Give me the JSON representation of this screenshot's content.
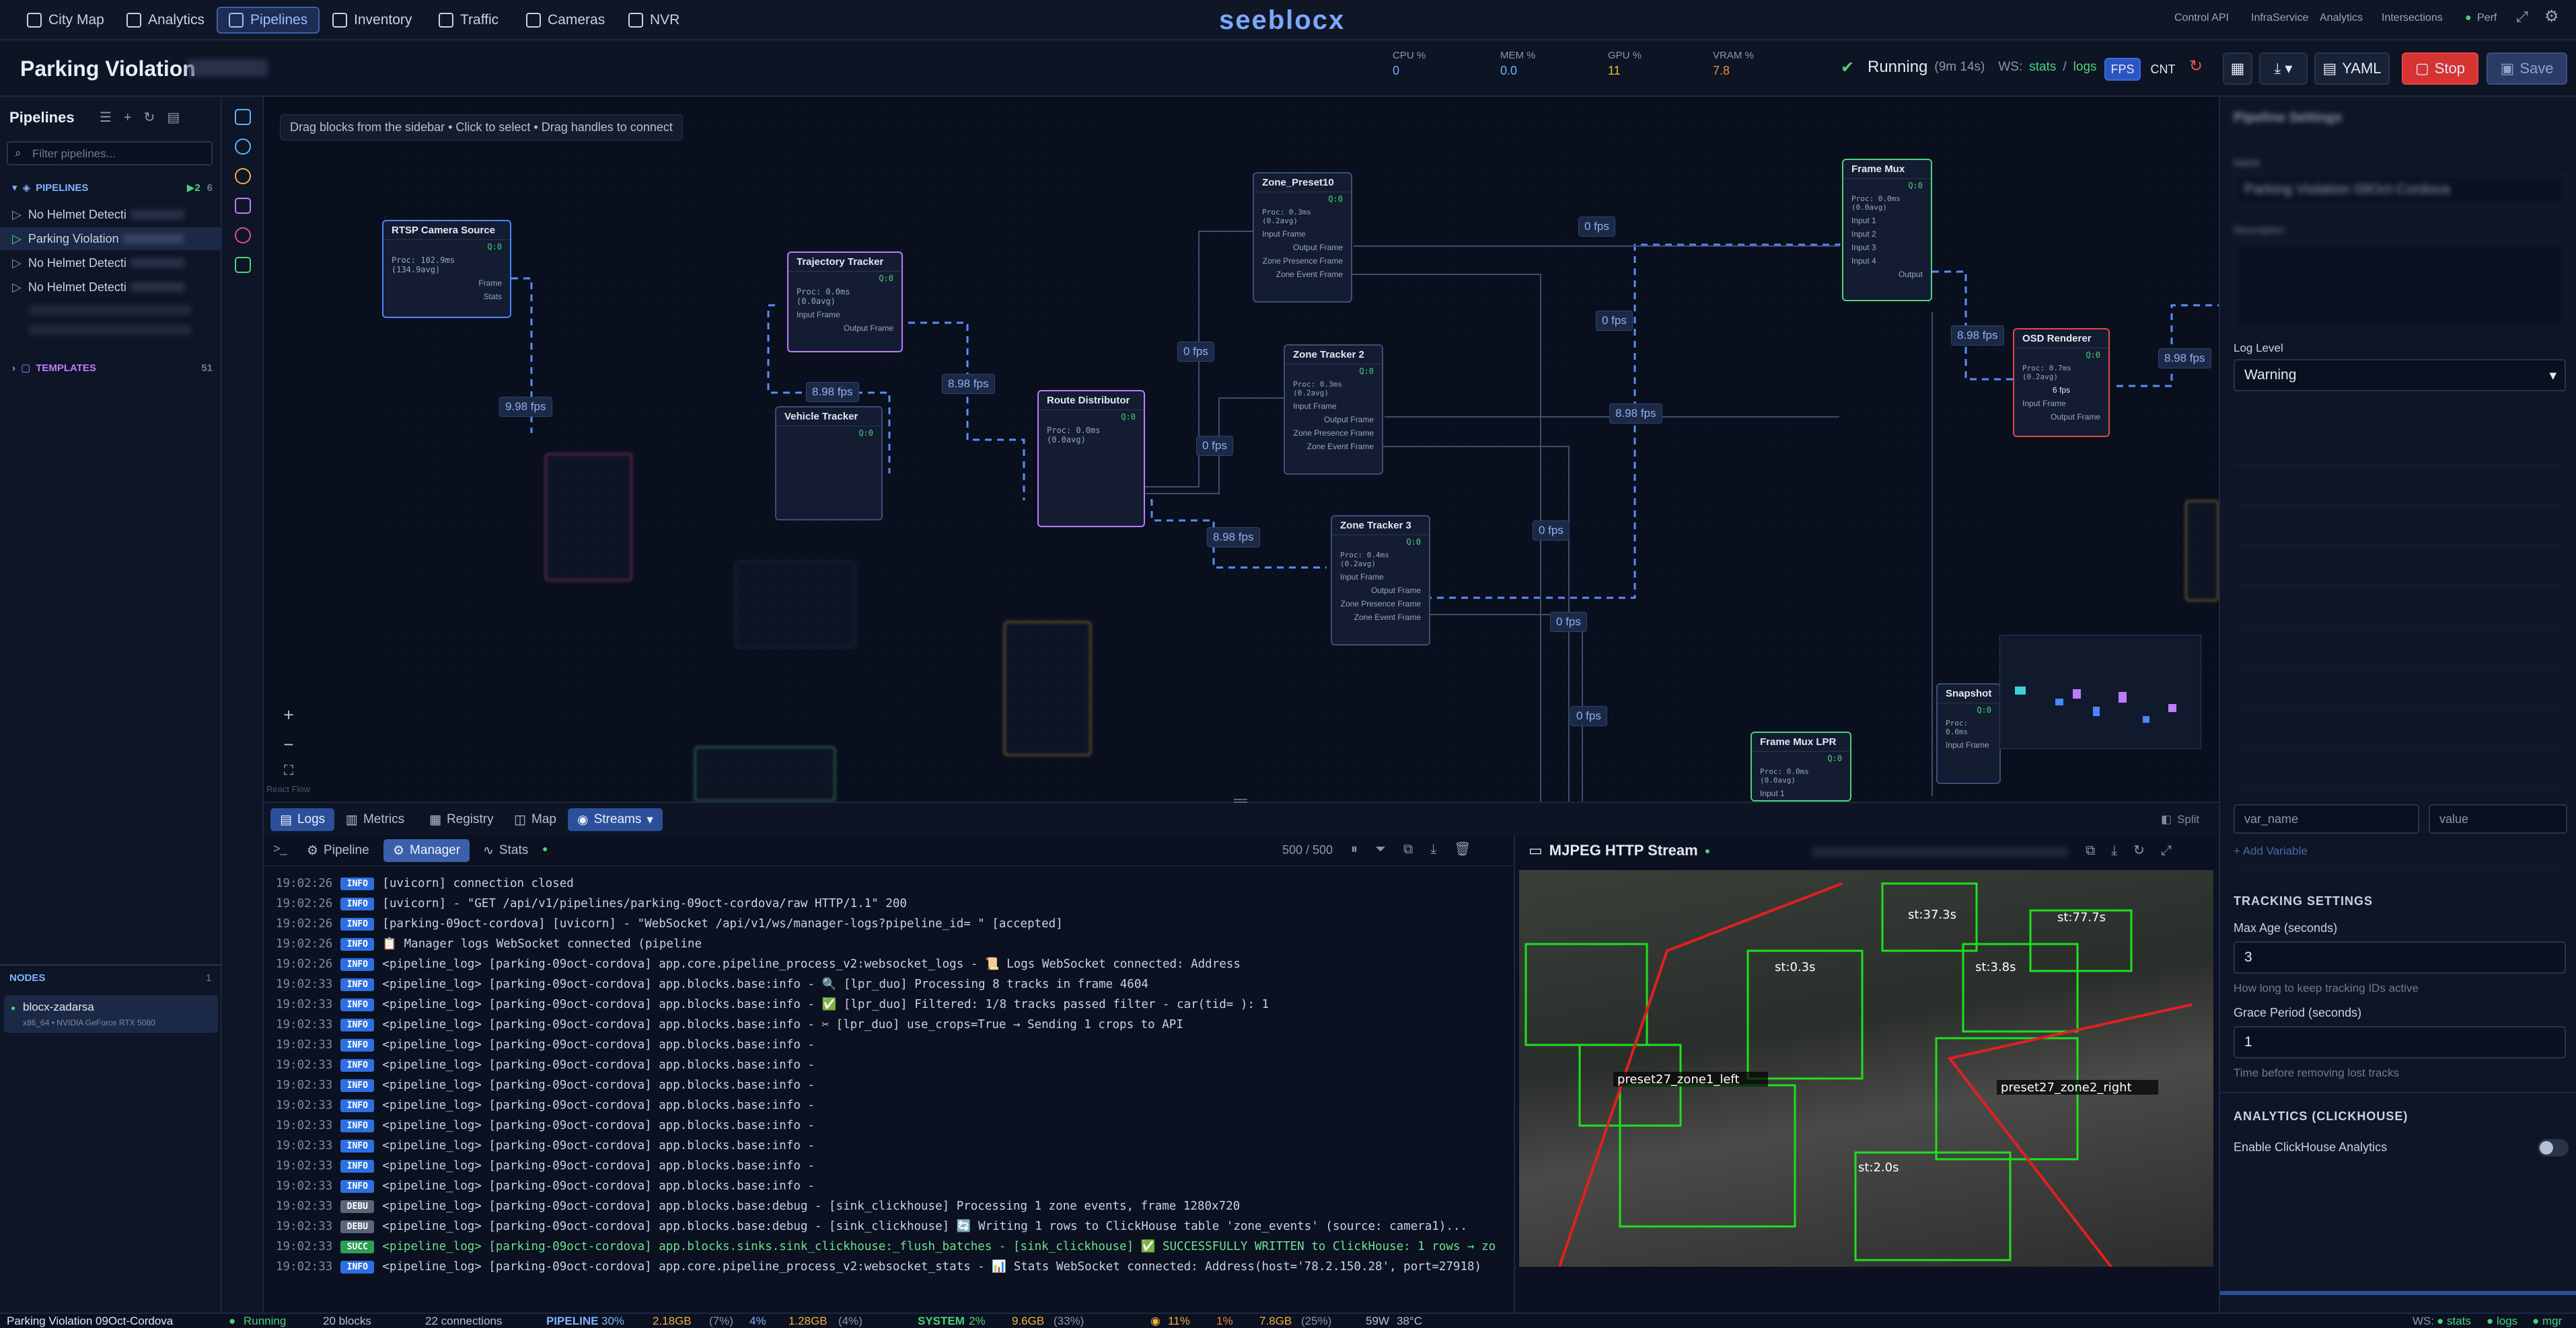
{
  "nav": {
    "items": [
      {
        "label": "City Map",
        "icon": "map-icon"
      },
      {
        "label": "Analytics",
        "icon": "chart-icon"
      },
      {
        "label": "Pipelines",
        "icon": "pipeline-icon"
      },
      {
        "label": "Inventory",
        "icon": "box-icon"
      },
      {
        "label": "Traffic",
        "icon": "traffic-icon"
      },
      {
        "label": "Cameras",
        "icon": "camera-icon"
      },
      {
        "label": "NVR",
        "icon": "nvr-icon"
      }
    ],
    "brand": "seeblocx",
    "links": [
      "Control API",
      "InfraService",
      "Analytics",
      "Intersections",
      "Perf"
    ]
  },
  "header": {
    "title": "Parking Violation",
    "metrics": [
      {
        "label": "CPU %",
        "value": "0"
      },
      {
        "label": "MEM %",
        "value": "0.0"
      },
      {
        "label": "GPU %",
        "value": "11"
      },
      {
        "label": "VRAM %",
        "value": "7.8"
      }
    ],
    "status": "Running",
    "uptime": "(9m 14s)",
    "ws_label": "WS:",
    "ws_stats": "stats",
    "ws_sep": "/",
    "ws_logs": "logs",
    "fps": "FPS",
    "cnt": "CNT",
    "yaml": "YAML",
    "stop": "Stop",
    "save": "Save"
  },
  "sidebar": {
    "title": "Pipelines",
    "filter_placeholder": "Filter pipelines...",
    "section_pipelines": "PIPELINES",
    "pipelines_running": "2",
    "pipelines_count": "6",
    "items": [
      {
        "label": "No Helmet Detecti"
      },
      {
        "label": "Parking Violation"
      },
      {
        "label": "No Helmet Detecti"
      },
      {
        "label": "No Helmet Detecti"
      }
    ],
    "section_templates": "TEMPLATES",
    "templates_count": "51",
    "nodes_title": "NODES",
    "nodes_count": "1",
    "node_name": "blocx-zadarsa",
    "node_sub": "x86_64 • NVIDIA GeForce RTX 5080"
  },
  "canvas": {
    "hint": "Drag blocks from the sidebar • Click to select • Drag handles to connect",
    "nodes": [
      {
        "title": "RTSP Camera Source",
        "q": "Q:0",
        "proc": "Proc: 102.9ms (134.9avg)",
        "ports": [
          "Frame",
          "Stats"
        ]
      },
      {
        "title": "Trajectory Tracker",
        "q": "Q:0",
        "proc": "Proc: 0.0ms (0.0avg)",
        "ports": [
          "Input Frame",
          "Output Frame"
        ]
      },
      {
        "title": "Vehicle Tracker",
        "q": "Q:0",
        "proc": "",
        "ports": []
      },
      {
        "title": "Route Distributor",
        "q": "Q:0",
        "proc": "Proc: 0.0ms (0.0avg)",
        "ports": []
      },
      {
        "title": "Zone_Preset10",
        "q": "Q:0",
        "proc": "Proc: 0.3ms (0.2avg)",
        "ports": [
          "Input Frame",
          "Output Frame",
          "Zone Presence Frame",
          "Zone Event Frame"
        ]
      },
      {
        "title": "Zone Tracker 2",
        "q": "Q:0",
        "proc": "Proc: 0.3ms (0.2avg)",
        "ports": [
          "Input Frame",
          "Output Frame",
          "Zone Presence Frame",
          "Zone Event Frame"
        ]
      },
      {
        "title": "Zone Tracker 3",
        "q": "Q:0",
        "proc": "Proc: 0.4ms (0.2avg)",
        "ports": [
          "Input Frame",
          "Output Frame",
          "Zone Presence Frame",
          "Zone Event Frame"
        ]
      },
      {
        "title": "Frame Mux",
        "q": "Q:0",
        "proc": "Proc: 0.0ms (0.0avg)",
        "ports": [
          "Input 1",
          "Input 2",
          "Input 3",
          "Input 4",
          "Output"
        ]
      },
      {
        "title": "OSD Renderer",
        "q": "Q:0",
        "proc": "Proc: 0.7ms (0.2avg)",
        "ports": [
          "6 fps",
          "Input Frame",
          "Output Frame"
        ]
      },
      {
        "title": "Frame Mux LPR",
        "q": "Q:0",
        "proc": "Proc: 0.0ms (0.0avg)",
        "ports": [
          "Input 1"
        ]
      },
      {
        "title": "Snapshot",
        "q": "Q:0",
        "proc": "Proc: 0.0ms",
        "ports": [
          "Input Frame"
        ]
      }
    ],
    "fps_labels": [
      "9.98 fps",
      "8.98 fps",
      "8.98 fps",
      "0 fps",
      "0 fps",
      "8.98 fps",
      "0 fps",
      "0 fps",
      "8.98 fps",
      "0 fps",
      "0 fps",
      "0 fps",
      "8.98 fps",
      "8.98 fps"
    ],
    "react_flow": "React Flow"
  },
  "bottom_tabs": {
    "logs": "Logs",
    "metrics": "Metrics",
    "registry": "Registry",
    "map": "Map",
    "streams": "Streams",
    "split": "Split"
  },
  "log_tabs": {
    "pipeline": "Pipeline",
    "manager": "Manager",
    "stats": "Stats",
    "count": "500 / 500"
  },
  "logs": [
    {
      "ts": "19:02:26",
      "lvl": "INFO",
      "msg": "[uvicorn] connection closed"
    },
    {
      "ts": "19:02:26",
      "lvl": "INFO",
      "msg": "[uvicorn]              - \"GET /api/v1/pipelines/parking-09oct-cordova/raw HTTP/1.1\" 200"
    },
    {
      "ts": "19:02:26",
      "lvl": "INFO",
      "msg": "[parking-09oct-cordova] [uvicorn]             - \"WebSocket /api/v1/ws/manager-logs?pipeline_id=                     \" [accepted]"
    },
    {
      "ts": "19:02:26",
      "lvl": "INFO",
      "msg": "📋 Manager logs WebSocket connected (pipeline"
    },
    {
      "ts": "19:02:26",
      "lvl": "INFO",
      "msg": "<pipeline_log> [parking-09oct-cordova] app.core.pipeline_process_v2:websocket_logs - 📜 Logs WebSocket connected: Address"
    },
    {
      "ts": "19:02:33",
      "lvl": "INFO",
      "msg": "<pipeline_log> [parking-09oct-cordova] app.blocks.base:info - 🔍 [lpr_duo] Processing 8 tracks in frame 4604"
    },
    {
      "ts": "19:02:33",
      "lvl": "INFO",
      "msg": "<pipeline_log> [parking-09oct-cordova] app.blocks.base:info - ✅ [lpr_duo] Filtered: 1/8 tracks passed filter - car(tid=      ): 1"
    },
    {
      "ts": "19:02:33",
      "lvl": "INFO",
      "msg": "<pipeline_log> [parking-09oct-cordova] app.blocks.base:info - ✂ [lpr_duo] use_crops=True → Sending 1 crops to API"
    },
    {
      "ts": "19:02:33",
      "lvl": "INFO",
      "msg": "<pipeline_log> [parking-09oct-cordova] app.blocks.base:info -"
    },
    {
      "ts": "19:02:33",
      "lvl": "INFO",
      "msg": "<pipeline_log> [parking-09oct-cordova] app.blocks.base:info -"
    },
    {
      "ts": "19:02:33",
      "lvl": "INFO",
      "msg": "<pipeline_log> [parking-09oct-cordova] app.blocks.base:info -"
    },
    {
      "ts": "19:02:33",
      "lvl": "INFO",
      "msg": "<pipeline_log> [parking-09oct-cordova] app.blocks.base:info -"
    },
    {
      "ts": "19:02:33",
      "lvl": "INFO",
      "msg": "<pipeline_log> [parking-09oct-cordova] app.blocks.base:info -"
    },
    {
      "ts": "19:02:33",
      "lvl": "INFO",
      "msg": "<pipeline_log> [parking-09oct-cordova] app.blocks.base:info -"
    },
    {
      "ts": "19:02:33",
      "lvl": "INFO",
      "msg": "<pipeline_log> [parking-09oct-cordova] app.blocks.base:info -"
    },
    {
      "ts": "19:02:33",
      "lvl": "INFO",
      "msg": "<pipeline_log> [parking-09oct-cordova] app.blocks.base:info -"
    },
    {
      "ts": "19:02:33",
      "lvl": "DEBU",
      "msg": "<pipeline_log> [parking-09oct-cordova] app.blocks.base:debug - [sink_clickhouse] Processing 1 zone events, frame 1280x720"
    },
    {
      "ts": "19:02:33",
      "lvl": "DEBU",
      "msg": "<pipeline_log> [parking-09oct-cordova] app.blocks.base:debug - [sink_clickhouse] 🔄 Writing 1 rows to ClickHouse table 'zone_events' (source: camera1)..."
    },
    {
      "ts": "19:02:33",
      "lvl": "SUCC",
      "msg": "<pipeline_log> [parking-09oct-cordova] app.blocks.sinks.sink_clickhouse:_flush_batches - [sink_clickhouse] ✅ SUCCESSFULLY WRITTEN to ClickHouse: 1 rows → zo"
    },
    {
      "ts": "19:02:33",
      "lvl": "INFO",
      "msg": "<pipeline_log> [parking-09oct-cordova] app.core.pipeline_process_v2:websocket_stats - 📊 Stats WebSocket connected: Address(host='78.2.150.28', port=27918)"
    }
  ],
  "stream": {
    "title": "MJPEG HTTP Stream",
    "labels": [
      "preset27_zone1_left",
      "preset27_zone2_right",
      "st:37.3s",
      "st:3.8s",
      "st:0.3s",
      "st:77.7s",
      "st:2.0s"
    ]
  },
  "right": {
    "title": "Pipeline Settings",
    "name_label": "Name",
    "name_value": "Parking Violation 09Oct-Cordova",
    "desc_label": "Description",
    "log_level_label": "Log Level",
    "log_level": "Warning",
    "var_name_placeholder": "var_name",
    "value_placeholder": "value",
    "add_variable": "+ Add Variable",
    "tracking_title": "TRACKING SETTINGS",
    "max_age_label": "Max Age (seconds)",
    "max_age_value": "3",
    "max_age_help": "How long to keep tracking IDs active",
    "grace_label": "Grace Period (seconds)",
    "grace_value": "1",
    "grace_help": "Time before removing lost tracks",
    "analytics_title": "ANALYTICS (CLICKHOUSE)",
    "analytics_toggle": "Enable ClickHouse Analytics"
  },
  "status": {
    "name": "Parking Violation 09Oct-Cordova",
    "state": "Running",
    "blocks": "20 blocks",
    "connections": "22 connections",
    "pipeline_label": "PIPELINE",
    "pipeline_cpu": "30%",
    "pipeline_ram": "2.18GB",
    "pipeline_ram_pct": "(7%)",
    "pipeline_gpu": "4%",
    "pipeline_vram": "1.28GB",
    "pipeline_vram_pct": "(4%)",
    "system_label": "SYSTEM",
    "sys_cpu": "2%",
    "sys_ram": "9.6GB",
    "sys_ram_pct": "(33%)",
    "gpu_util": "11%",
    "gpu_dec": "1%",
    "gpu_vram": "7.8GB",
    "gpu_vram_pct": "(25%)",
    "gpu_power": "59W",
    "gpu_temp": "38°C",
    "ws": "WS:",
    "ws_stats": "stats",
    "ws_logs": "logs",
    "ws_mgr": "mgr"
  }
}
